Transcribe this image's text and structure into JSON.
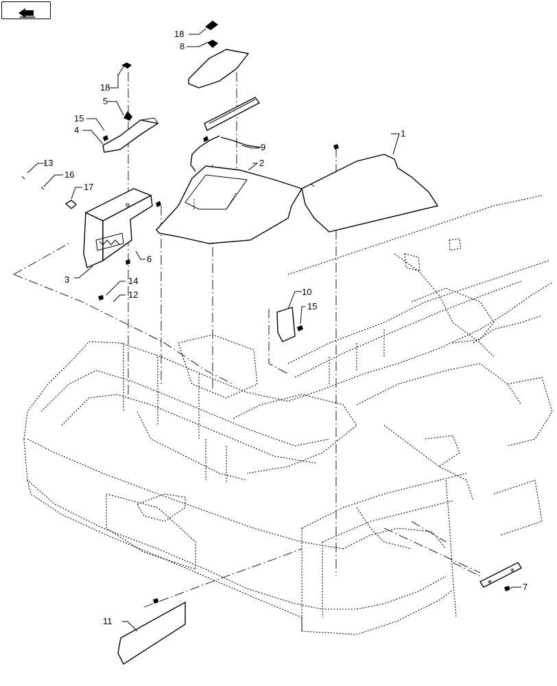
{
  "callouts": [
    "1",
    "2",
    "3",
    "4",
    "5",
    "6",
    "7",
    "8",
    "9",
    "10",
    "11",
    "12",
    "13",
    "14",
    "15",
    "15",
    "16",
    "17",
    "18",
    "18"
  ],
  "icons": {
    "nav": "arrow-right-icon"
  }
}
